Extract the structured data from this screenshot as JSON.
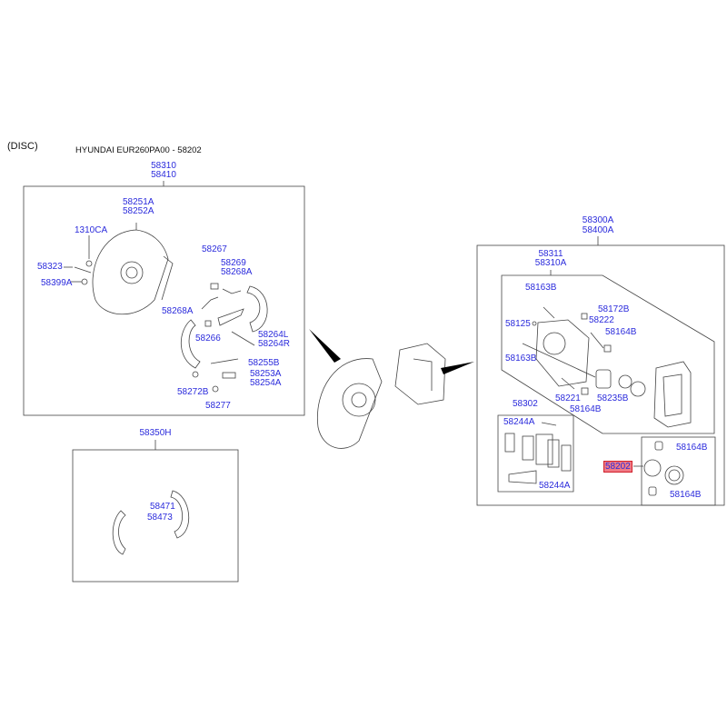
{
  "header": {
    "section": "(DISC)",
    "title": "HYUNDAI EUR260PA00 - 58202"
  },
  "drum_group": {
    "assembly": [
      "58310",
      "58410"
    ],
    "labels": [
      "58251A",
      "58252A",
      "1310CA",
      "58323",
      "58399A",
      "58267",
      "58269",
      "58268A",
      "58268A",
      "58266",
      "58264L",
      "58264R",
      "58255B",
      "58253A",
      "58254A",
      "58272B",
      "58277"
    ]
  },
  "shoe_group": {
    "assembly": "58350H",
    "labels": [
      "58471",
      "58473"
    ]
  },
  "caliper_group": {
    "assembly": [
      "58300A",
      "58400A"
    ],
    "sub_assembly": [
      "58311",
      "58310A"
    ],
    "labels": [
      "58163B",
      "58172B",
      "58125",
      "58222",
      "58164B",
      "58163B",
      "58221",
      "58235B",
      "58164B"
    ],
    "pads": {
      "assembly": "58302",
      "labels": [
        "58244A",
        "58244A"
      ]
    },
    "kit": {
      "highlighted": "58202",
      "labels": [
        "58164B",
        "58164B"
      ]
    }
  },
  "colors": {
    "label": "#2b2bdc",
    "highlight_fill": "#f07a85",
    "highlight_border": "#d0202a"
  }
}
